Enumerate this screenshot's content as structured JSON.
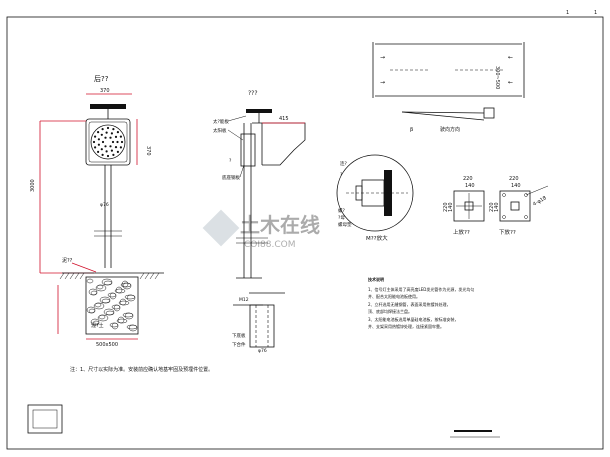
{
  "sheet": {
    "corner_marks": [
      "1",
      "1"
    ]
  },
  "front_view": {
    "title": "后??",
    "dim_top": "370",
    "dim_side": "370",
    "dim_height": "3000",
    "pole_dia": "φ76",
    "ground_label": "泥??",
    "foundation_label": "混?土",
    "foundation_dims": "500x500"
  },
  "side_view": {
    "title": "???",
    "dim_arm": "415",
    "labels": [
      "太?能板",
      "太阳板",
      "?",
      "底座钢板"
    ]
  },
  "anchor_detail": {
    "bolt": "M12",
    "plate_label": "下底板",
    "ground_label": "下合件",
    "pole_dia": "φ76"
  },
  "plan_view": {
    "dim_range": "300~500",
    "direction_label": "驶向方向"
  },
  "connection_detail": {
    "title": "M??放大",
    "labels": [
      "连?",
      "?",
      "螺?",
      "?母",
      "螺母垫"
    ]
  },
  "upper_plate": {
    "title": "上放??",
    "dims": [
      "220",
      "140",
      "220",
      "140"
    ]
  },
  "lower_plate": {
    "title": "下放??",
    "dims": [
      "220",
      "140",
      "220",
      "140"
    ],
    "hole": "4-φ18"
  },
  "notes": {
    "title": "技术说明",
    "lines": [
      "1、信号灯主体采用了高亮度LED发光管作为光源，发光均匀",
      "   并、配合太阳能电池板使用。",
      "2、立杆选用无缝钢管，表面采用热镀锌处理，",
      "   顶、底部均焊接法兰盘。",
      "3、太阳能电池板选用单晶硅电池板，按标准安装，",
      "   并、支架采用热镀锌处理，连接紧固牢靠。"
    ]
  },
  "bottom_note": "注：1、尺寸以实际为准。安装前应确认地基牢固及预埋件位置。",
  "watermark": {
    "text": "土木在线",
    "sub": "COI88.COM"
  }
}
